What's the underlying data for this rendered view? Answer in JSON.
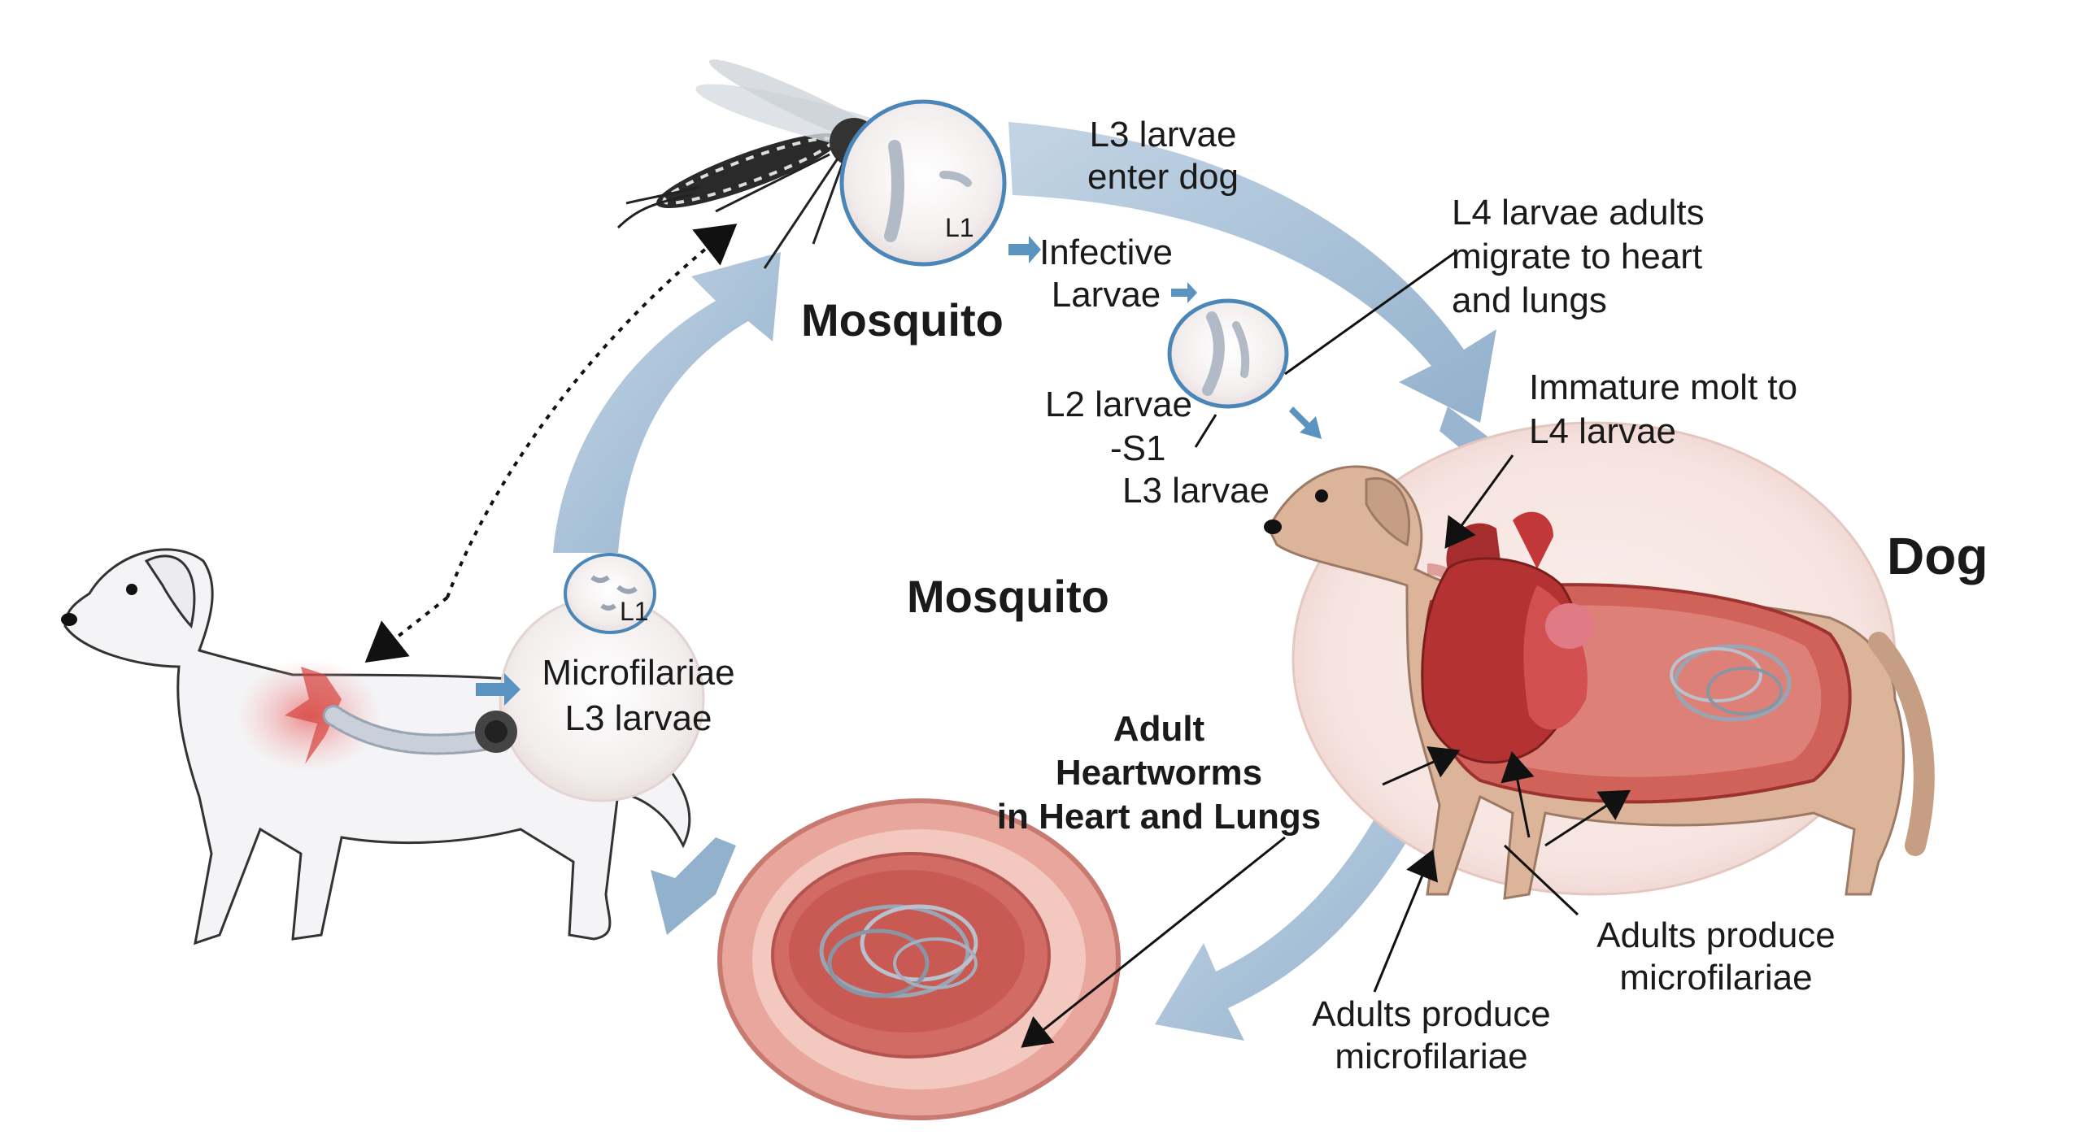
{
  "colors": {
    "cycle_arrow": "#8fb0cc",
    "small_arrow": "#5b93c0",
    "tissue_pink": "#e9a69c",
    "tissue_red": "#c0453f",
    "dog_tan": "#dcb49a",
    "worm_gray": "#9aa5b4"
  },
  "icons": [
    "mosquito-icon",
    "dog-icon",
    "heart-icon",
    "worm-icon",
    "larva-icon"
  ],
  "labels": {
    "l3_enter": [
      "L3 larvae",
      "enter dog"
    ],
    "infective": [
      "Infective",
      "Larvae"
    ],
    "l4_migrate": [
      "L4 larvae adults",
      "migrate to heart",
      "and lungs"
    ],
    "mosquito_top": "Mosquito",
    "l2_larvae": "L2 larvae",
    "s1": "-S1",
    "l3_larvae": "L3 larvae",
    "immature_molt": [
      "Immature molt to",
      "L4 larvae"
    ],
    "dog": "Dog",
    "mosquito_center": "Mosquito",
    "microfilariae_left": [
      "Microfilariae",
      "L3 larvae"
    ],
    "l1_top": "L1",
    "l1_left": "L1",
    "adult_heartworms": [
      "Adult",
      "Heartworms",
      "in Heart and Lungs"
    ],
    "adults_produce_right": [
      "Adults produce",
      "microfilariae"
    ],
    "adults_produce_bottom": [
      "Adults produce",
      "microfilariae"
    ]
  }
}
